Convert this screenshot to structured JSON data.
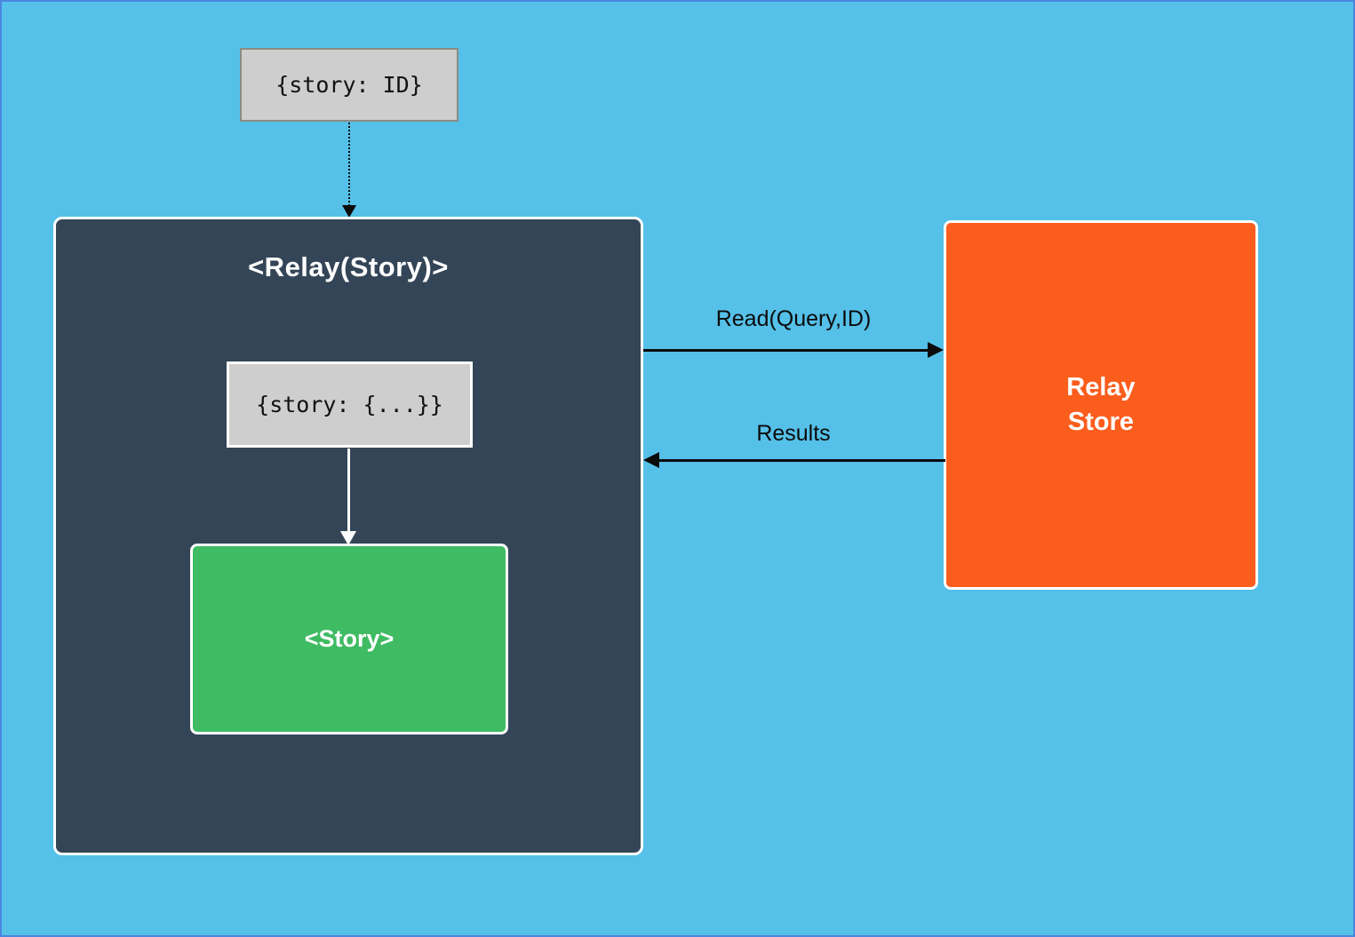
{
  "diagram": {
    "colors": {
      "background": "#55c0e8",
      "frame_border": "#4a86e0",
      "relay_container_fill": "#344557",
      "story_fill": "#3fbb63",
      "store_fill": "#fb5d1d",
      "code_box_fill": "#cecece",
      "code_box_border": "#8b8b84",
      "box_border_white": "#ffffff",
      "arrow_black": "#0b0b0b",
      "arrow_white": "#ffffff"
    },
    "props_box": {
      "label": "{story: ID}"
    },
    "relay_component": {
      "title": "<Relay(Story)>"
    },
    "inner_props_box": {
      "label": "{story: {...}}"
    },
    "story_component": {
      "label": "<Story>"
    },
    "relay_store": {
      "label_line1": "Relay",
      "label_line2": "Store"
    },
    "edges": {
      "props_to_relay": {
        "style": "dotted",
        "direction": "down"
      },
      "fragment_to_story": {
        "style": "solid-white",
        "direction": "down"
      },
      "read": {
        "label": "Read(Query,ID)",
        "direction": "right"
      },
      "results": {
        "label": "Results",
        "direction": "left"
      }
    }
  }
}
